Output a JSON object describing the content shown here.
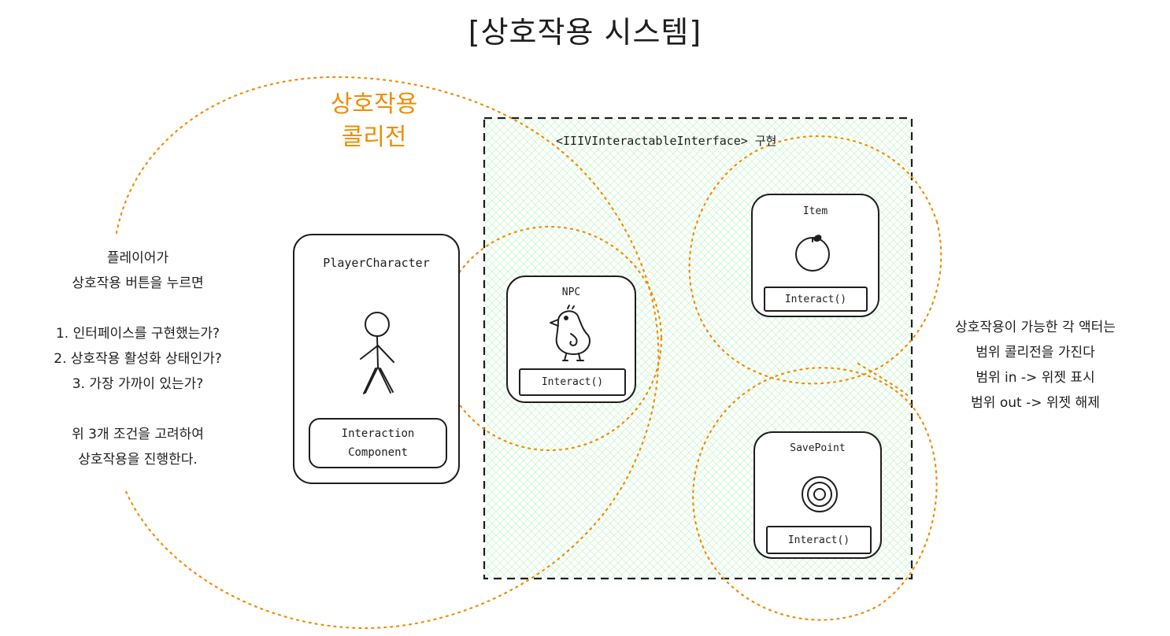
{
  "title": "[상호작용 시스템]",
  "collider_label": "상호작용\n콜리전",
  "left_note": "플레이어가\n상호작용 버튼을 누르면\n\n1. 인터페이스를 구현했는가?\n2. 상호작용 활성화 상태인가?\n3. 가장 가까이 있는가?\n\n위 3개 조건을 고려하여\n상호작용을 진행한다.",
  "right_note": "상호작용이 가능한 각 액터는\n범위 콜리전을 가진다\n범위 in -> 위젯 표시\n범위 out -> 위젯 해제",
  "interface_label": "<IIIVInteractableInterface> 구현",
  "player": {
    "title": "PlayerCharacter",
    "component": "Interaction\nComponent"
  },
  "npc": {
    "title": "NPC",
    "method": "Interact()"
  },
  "item": {
    "title": "Item",
    "method": "Interact()"
  },
  "savepoint": {
    "title": "SavePoint",
    "method": "Interact()"
  },
  "colors": {
    "collider": "#f08c00",
    "interface_fill": "#b2f2bb",
    "stroke": "#1e1e1e"
  },
  "icons": [
    "stick-figure-icon",
    "chick-icon",
    "apple-icon",
    "target-rings-icon"
  ]
}
